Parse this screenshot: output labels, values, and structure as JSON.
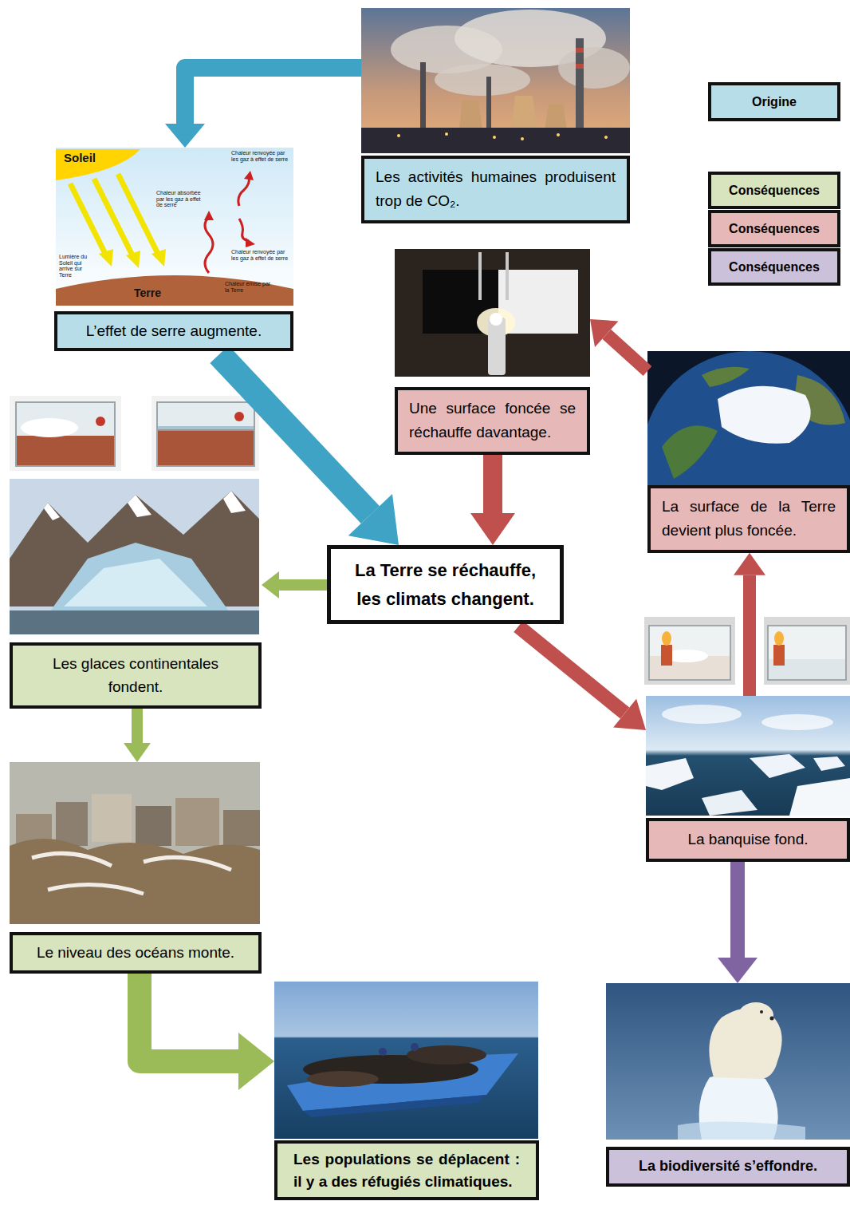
{
  "diagram": {
    "nodes": [
      {
        "text": [
          "Les activités humaines produisent trop de CO₂."
        ]
      },
      {
        "text": [
          "L’effet de serre augmente."
        ]
      },
      {
        "text": [
          "Une surface foncée se réchauffe davantage."
        ]
      },
      {
        "text": [
          "La surface de la Terre devient plus foncée."
        ]
      },
      {
        "text": [
          "La Terre se réchauffe, les climats changent."
        ]
      },
      {
        "text": [
          "Les glaces continentales fondent."
        ]
      },
      {
        "text": [
          "La banquise fond."
        ]
      },
      {
        "text": [
          "Le niveau des océans monte."
        ]
      },
      {
        "text": [
          "Les populations se déplacent : il y a des réfugiés climatiques."
        ]
      },
      {
        "text": [
          "La biodiversité s’effondre."
        ]
      }
    ],
    "edges": [
      {
        "from": 0,
        "to": 1,
        "arrow": "to"
      },
      {
        "from": 1,
        "to": 4,
        "arrow": "to"
      },
      {
        "from": 2,
        "to": 4,
        "arrow": "to"
      },
      {
        "from": 3,
        "to": 2,
        "arrow": "to"
      },
      {
        "from": 4,
        "to": 5,
        "arrow": "to"
      },
      {
        "from": 4,
        "to": 6,
        "arrow": "to"
      },
      {
        "from": 6,
        "to": 3,
        "arrow": "to"
      },
      {
        "from": 5,
        "to": 7,
        "arrow": "to"
      },
      {
        "from": 7,
        "to": 8,
        "arrow": "to"
      },
      {
        "from": 6,
        "to": 9,
        "arrow": "to"
      }
    ],
    "labels": [
      "Soleil",
      "Chaleur renvoyée par les gaz à effet de serre",
      "Chaleur absorbée par les gaz à effet de serre",
      "Lumière du Soleil qui arrive sur Terre",
      "Chaleur renvoyée par les gaz à effet de serre",
      "Chaleur émise par la Terre",
      "Terre"
    ],
    "legend": [
      {
        "text": "Origine",
        "color": "#b7dee8"
      },
      {
        "text": "Conséquences",
        "color": "#d7e4bd"
      },
      {
        "text": "Conséquences",
        "color": "#e6b9b8"
      },
      {
        "text": "Conséquences",
        "color": "#ccc1da"
      }
    ]
  }
}
